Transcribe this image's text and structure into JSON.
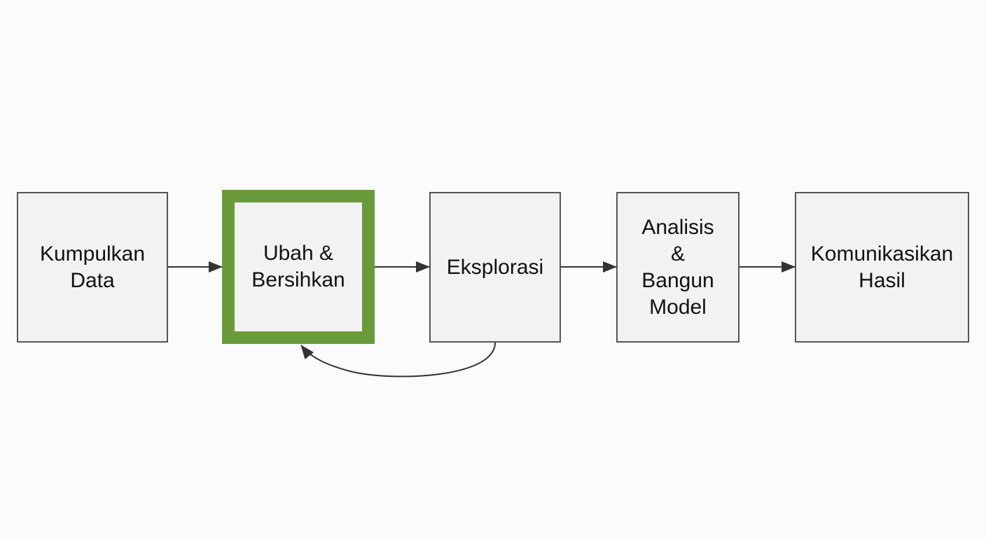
{
  "diagram": {
    "nodes": [
      {
        "id": "kumpulkan",
        "label": "Kumpulkan\nData",
        "highlighted": false
      },
      {
        "id": "ubah",
        "label": "Ubah &\nBersihkan",
        "highlighted": true
      },
      {
        "id": "eksplorasi",
        "label": "Eksplorasi",
        "highlighted": false
      },
      {
        "id": "analisis",
        "label": "Analisis\n&\nBangun\nModel",
        "highlighted": false
      },
      {
        "id": "komunikasikan",
        "label": "Komunikasikan\nHasil",
        "highlighted": false
      }
    ],
    "edges": [
      {
        "from": "kumpulkan",
        "to": "ubah"
      },
      {
        "from": "ubah",
        "to": "eksplorasi"
      },
      {
        "from": "eksplorasi",
        "to": "analisis"
      },
      {
        "from": "analisis",
        "to": "komunikasikan"
      },
      {
        "from": "eksplorasi",
        "to": "ubah",
        "curved": true
      }
    ],
    "colors": {
      "box_fill": "#f2f2f2",
      "box_border": "#555555",
      "highlight_border": "#6a9a3a",
      "arrow": "#333333",
      "text": "#111111"
    }
  }
}
